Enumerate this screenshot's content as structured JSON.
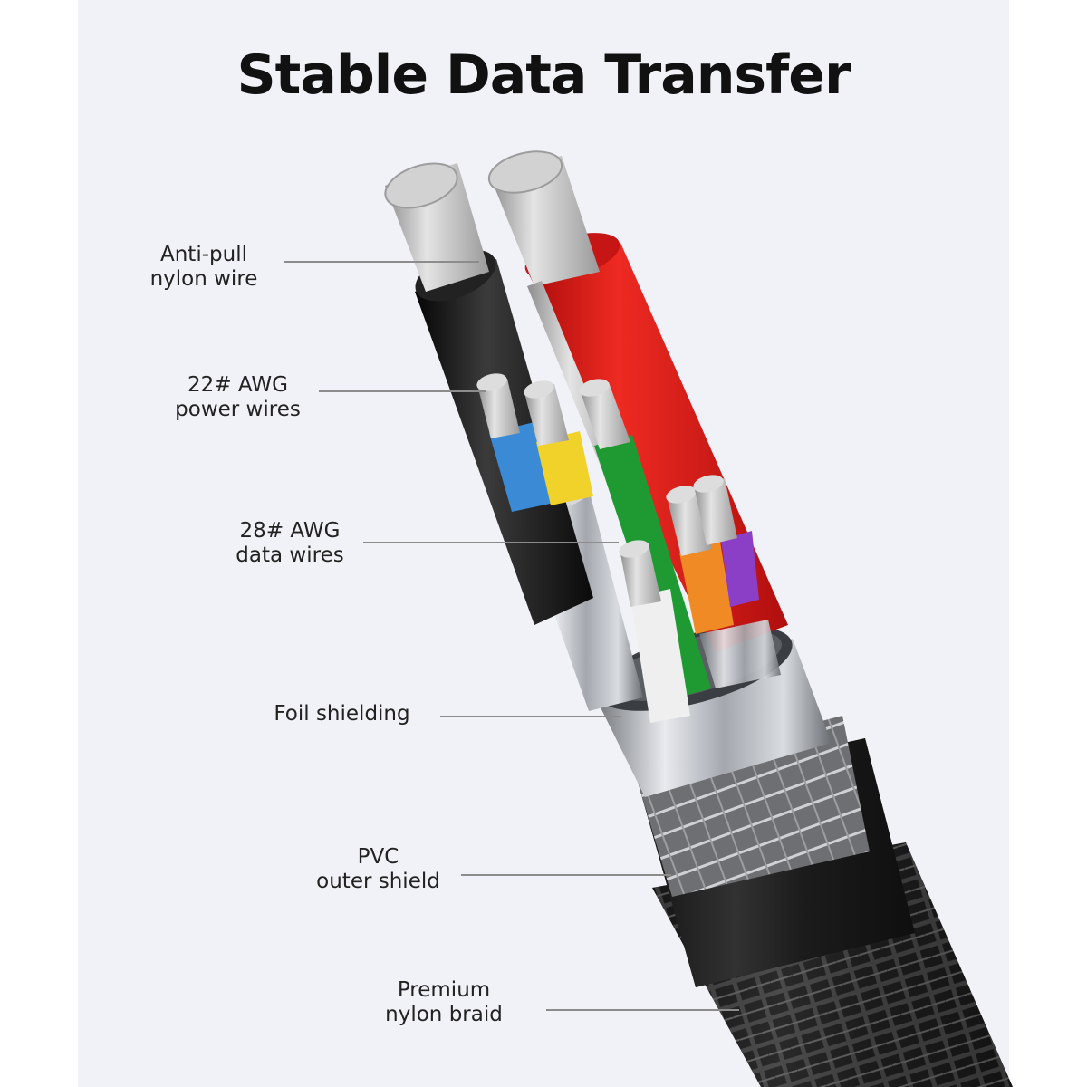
{
  "title": "Stable Data Transfer",
  "callouts": [
    {
      "lines": [
        "Anti-pull",
        "nylon wire"
      ]
    },
    {
      "lines": [
        "22# AWG",
        "power wires"
      ]
    },
    {
      "lines": [
        "28# AWG",
        "data wires"
      ]
    },
    {
      "lines": [
        "Foil shielding"
      ]
    },
    {
      "lines": [
        "PVC",
        "outer shield"
      ]
    },
    {
      "lines": [
        "Premium",
        "nylon braid"
      ]
    }
  ],
  "colors": {
    "background": "#f1f2f7",
    "outer_jacket": "#1f1f1f",
    "foil": "#b8bcc2",
    "power_black": "#1a1a1a",
    "power_red": "#d91616",
    "data_blue": "#3a8ad6",
    "data_yellow": "#f0d22a",
    "data_green": "#1f9a33",
    "data_orange": "#f08a24",
    "data_purple": "#8a3fc6",
    "data_white": "#eeeeee",
    "copper_strand": "#c9c9c9"
  }
}
